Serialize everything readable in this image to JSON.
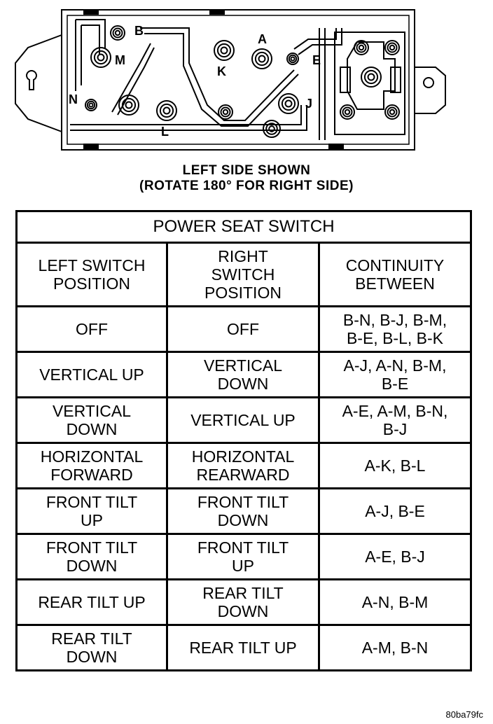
{
  "diagram": {
    "pin_labels": {
      "A": "A",
      "B": "B",
      "E": "E",
      "J": "J",
      "K": "K",
      "L": "L",
      "M": "M",
      "N": "N"
    }
  },
  "caption": {
    "line1": "LEFT SIDE SHOWN",
    "line2": "(ROTATE 180° FOR RIGHT SIDE)"
  },
  "table": {
    "title": "POWER SEAT SWITCH",
    "headers": [
      [
        "LEFT SWITCH",
        "POSITION"
      ],
      [
        "RIGHT",
        "SWITCH",
        "POSITION"
      ],
      [
        "CONTINUITY",
        "BETWEEN"
      ]
    ],
    "rows": [
      {
        "left": [
          "OFF"
        ],
        "right": [
          "OFF"
        ],
        "continuity": [
          "B-N, B-J, B-M,",
          "B-E, B-L, B-K"
        ]
      },
      {
        "left": [
          "VERTICAL UP"
        ],
        "right": [
          "VERTICAL",
          "DOWN"
        ],
        "continuity": [
          "A-J, A-N, B-M,",
          "B-E"
        ]
      },
      {
        "left": [
          "VERTICAL",
          "DOWN"
        ],
        "right": [
          "VERTICAL UP"
        ],
        "continuity": [
          "A-E, A-M, B-N,",
          "B-J"
        ]
      },
      {
        "left": [
          "HORIZONTAL",
          "FORWARD"
        ],
        "right": [
          "HORIZONTAL",
          "REARWARD"
        ],
        "continuity": [
          "A-K, B-L"
        ]
      },
      {
        "left": [
          "FRONT TILT",
          "UP"
        ],
        "right": [
          "FRONT TILT",
          "DOWN"
        ],
        "continuity": [
          "A-J, B-E"
        ]
      },
      {
        "left": [
          "FRONT TILT",
          "DOWN"
        ],
        "right": [
          "FRONT TILT",
          "UP"
        ],
        "continuity": [
          "A-E, B-J"
        ]
      },
      {
        "left": [
          "REAR TILT UP"
        ],
        "right": [
          "REAR TILT",
          "DOWN"
        ],
        "continuity": [
          "A-N, B-M"
        ]
      },
      {
        "left": [
          "REAR TILT",
          "DOWN"
        ],
        "right": [
          "REAR TILT UP"
        ],
        "continuity": [
          "A-M, B-N"
        ]
      }
    ]
  },
  "figure_code": "80ba79fc"
}
